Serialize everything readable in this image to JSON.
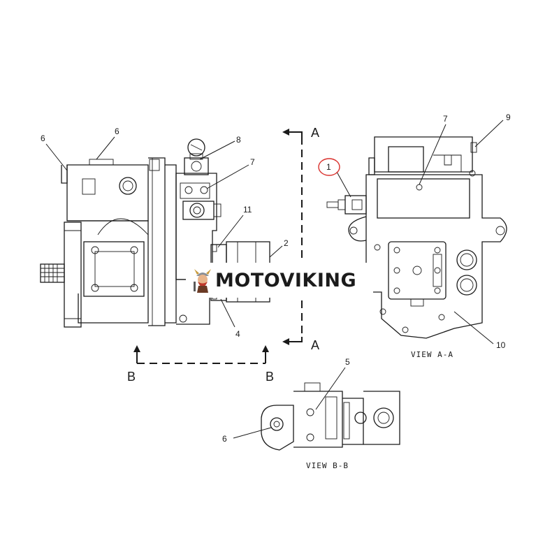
{
  "brand": {
    "name": "MOTOVIKING"
  },
  "section_letters": {
    "a_top": "A",
    "a_bottom": "A",
    "b_left": "B",
    "b_right": "B"
  },
  "view_labels": {
    "view_a": "VIEW A-A",
    "view_b": "VIEW B-B"
  },
  "callouts": {
    "main_view": [
      "6",
      "6",
      "8",
      "7",
      "11",
      "2",
      "4"
    ],
    "view_a": [
      "1",
      "7",
      "9",
      "10"
    ],
    "view_b": [
      "5",
      "6"
    ]
  },
  "colors": {
    "ink": "#1a1a1a",
    "highlight_circle": "#d9302c",
    "background": "#ffffff"
  },
  "icons": {
    "brand_mark": "viking-mascot-icon"
  }
}
